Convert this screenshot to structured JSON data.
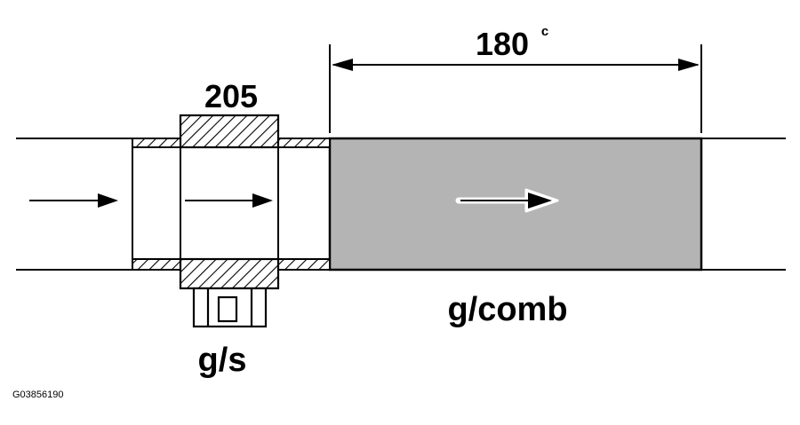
{
  "labels": {
    "meter_value": "205",
    "dimension_value": "180",
    "dimension_unit": "c",
    "sensor_label": "g/s",
    "combustion_label": "g/comb",
    "figure_id": "G03856190"
  },
  "colors": {
    "line": "#000000",
    "combustion_fill": "#b4b4b4",
    "background": "#ffffff"
  },
  "icons": [
    "flow-arrow-icon",
    "sensor-connector-icon",
    "dimension-arrow-icon"
  ]
}
